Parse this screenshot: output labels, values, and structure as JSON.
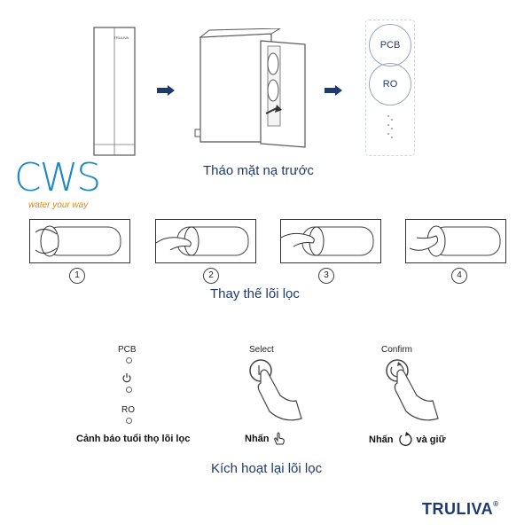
{
  "section1": {
    "caption": "Tháo mặt nạ trước",
    "purifier_label": "TRULIVA",
    "filters": [
      "PCB",
      "RO"
    ]
  },
  "logo": {
    "text": "CWS",
    "tagline": "water your way"
  },
  "section2": {
    "caption": "Thay thế lõi lọc",
    "steps": [
      "1",
      "2",
      "3",
      "4"
    ]
  },
  "section3": {
    "caption": "Kích hoạt lại lõi lọc",
    "panel": {
      "pcb": "PCB",
      "ro": "RO"
    },
    "warning_label": "Cảnh báo tuổi thọ lõi lọc",
    "select_label": "Select",
    "confirm_label": "Confirm",
    "press_label": "Nhấn",
    "press_hold_label": "Nhấn",
    "hold_suffix": "và giữ"
  },
  "brand": {
    "name": "TRULIVA",
    "reg": "®"
  },
  "colors": {
    "caption": "#1f3a6e",
    "logo_blue": "#1e88c7",
    "logo_orange": "#d98a1a",
    "arrow": "#1f3a6e"
  }
}
